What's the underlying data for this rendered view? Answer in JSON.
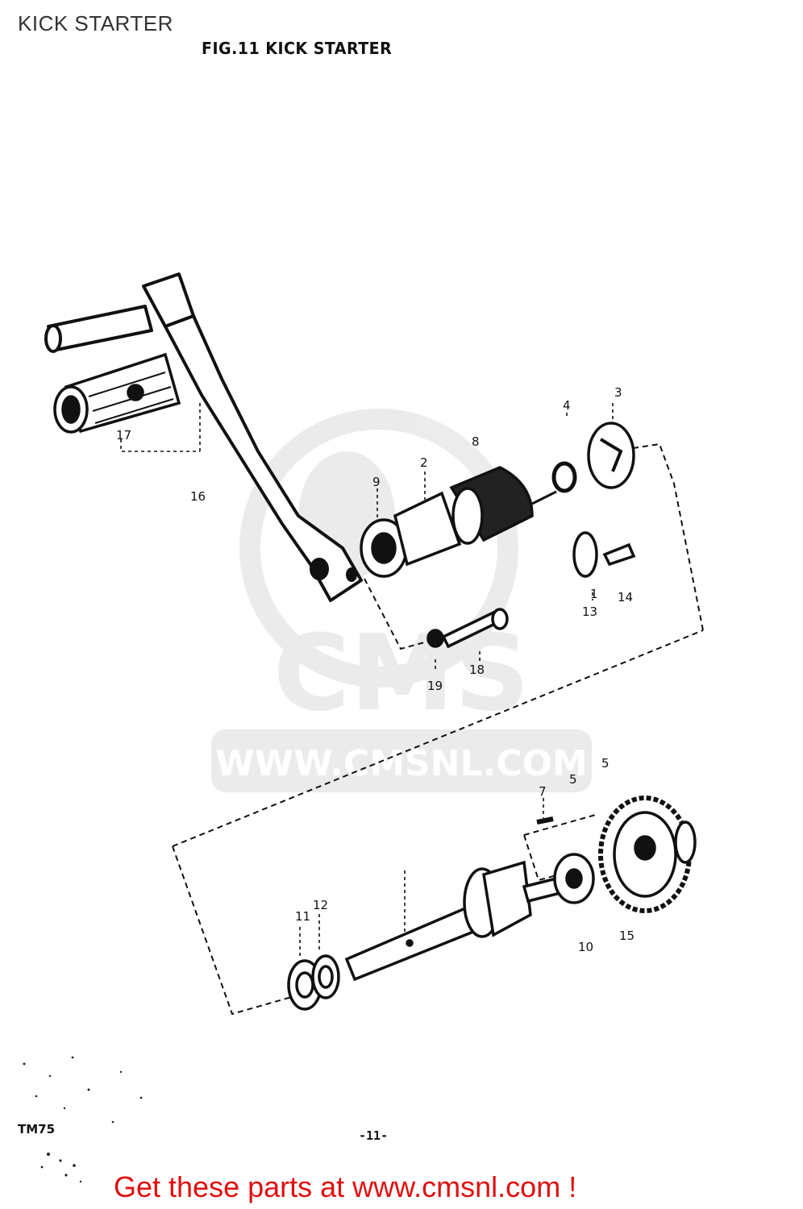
{
  "page_heading": "KICK STARTER",
  "figure_title": "FIG.11  KICK STARTER",
  "callouts": {
    "c1": "1",
    "c2": "2",
    "c3": "3",
    "c4": "4",
    "c5a": "5",
    "c5b": "5",
    "c7": "7",
    "c8": "8",
    "c9": "9",
    "c10": "10",
    "c11": "11",
    "c12": "12",
    "c13": "13",
    "c14": "14",
    "c15": "15",
    "c16": "16",
    "c17": "17",
    "c18": "18",
    "c19": "19"
  },
  "watermark": {
    "logo_text": "CMS",
    "url_text": "WWW.CMSNL.COM"
  },
  "model_code": "TM75",
  "page_number": "-11-",
  "footer": {
    "link_text": "Get these parts at www.cmsnl.com !",
    "color": "#e01010"
  }
}
